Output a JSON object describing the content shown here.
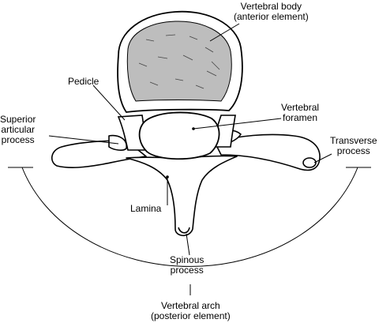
{
  "labels": {
    "vertebral_body": [
      "Vertebral body",
      "(anterior element)"
    ],
    "pedicle": [
      "Pedicle"
    ],
    "vertebral_foramen": [
      "Vertebral",
      "foramen"
    ],
    "superior_articular_process": [
      "Superior",
      "articular",
      "process"
    ],
    "transverse_process": [
      "Transverse",
      "process"
    ],
    "lamina": [
      "Lamina"
    ],
    "spinous_process": [
      "Spinous",
      "process"
    ],
    "vertebral_arch": [
      "Vertebral arch",
      "(posterior element)"
    ]
  },
  "colors": {
    "ink": "#000000",
    "paper": "#ffffff"
  }
}
